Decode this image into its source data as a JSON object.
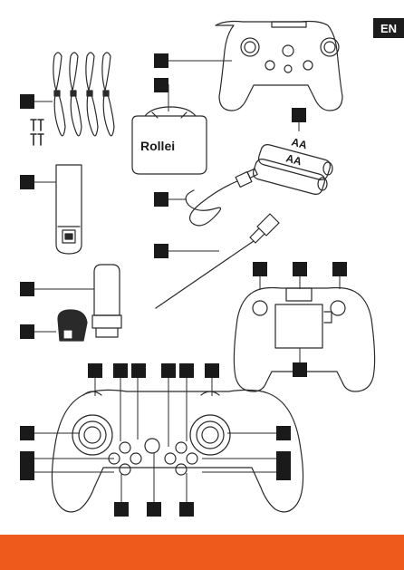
{
  "page": {
    "language_tab": "EN",
    "brand_logo_text": "Rollei",
    "battery_label": "AA",
    "footer_color": "#ee5a1c"
  },
  "items": {
    "propellers": {
      "icon": "propeller-blades-icon"
    },
    "drone_battery": {
      "icon": "drone-battery-icon"
    },
    "charging_cable_usb": {
      "icon": "usb-cable-icon"
    },
    "screwdriver": {
      "icon": "screwdriver-icon"
    },
    "carry_case": {
      "icon": "carry-case-icon"
    },
    "controller": {
      "icon": "gamepad-icon"
    },
    "aa_batteries": {
      "icon": "aa-battery-icon"
    }
  }
}
